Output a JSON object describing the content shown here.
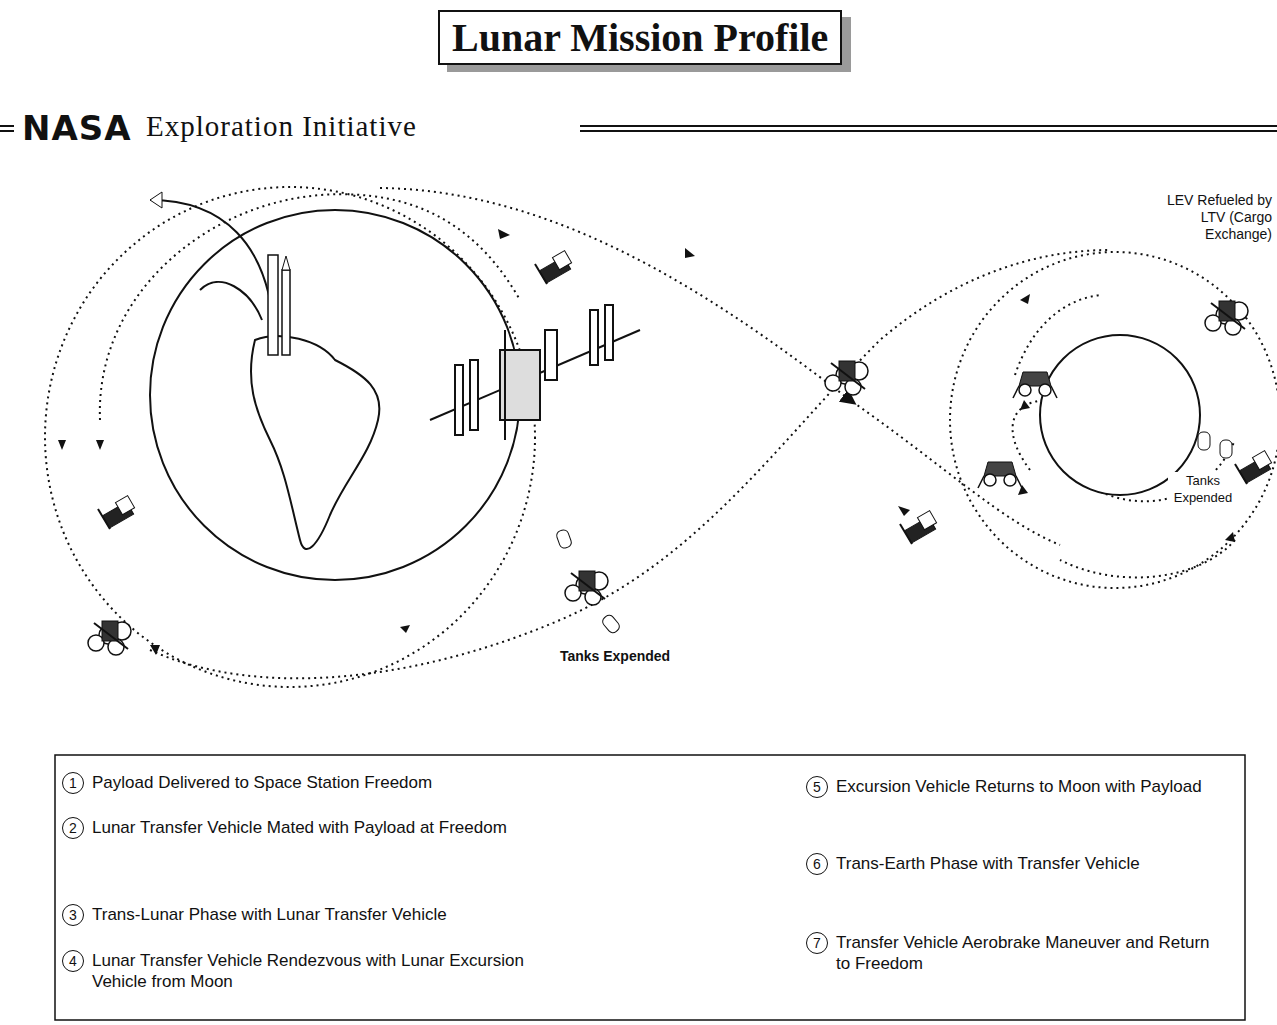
{
  "diagram": {
    "title": "Lunar Mission Profile",
    "nodes": [
      {
        "text": [
          "1"
        ]
      },
      {
        "text": [
          "2"
        ]
      },
      {
        "text": [
          "3"
        ]
      },
      {
        "text": [
          "4"
        ]
      },
      {
        "text": [
          "5"
        ]
      },
      {
        "text": [
          "6"
        ]
      },
      {
        "text": [
          "7"
        ]
      }
    ],
    "labels": [
      "NASA",
      "Exploration Initiative",
      "LEV Refueled by LTV (Cargo Exchange)",
      "Tanks Expended",
      "Tanks Expended",
      "Payload Delivered to Space Station Freedom",
      "Lunar Transfer Vehicle Mated with Payload at Freedom",
      "Trans-Lunar Phase with Lunar Transfer Vehicle",
      "Lunar Transfer Vehicle Rendezvous with Lunar Excursion Vehicle from Moon",
      "Excursion Vehicle Returns to Moon with Payload",
      "Trans-Earth Phase with Transfer Vehicle",
      "Transfer Vehicle Aerobrake Maneuver and Return to Freedom"
    ]
  }
}
